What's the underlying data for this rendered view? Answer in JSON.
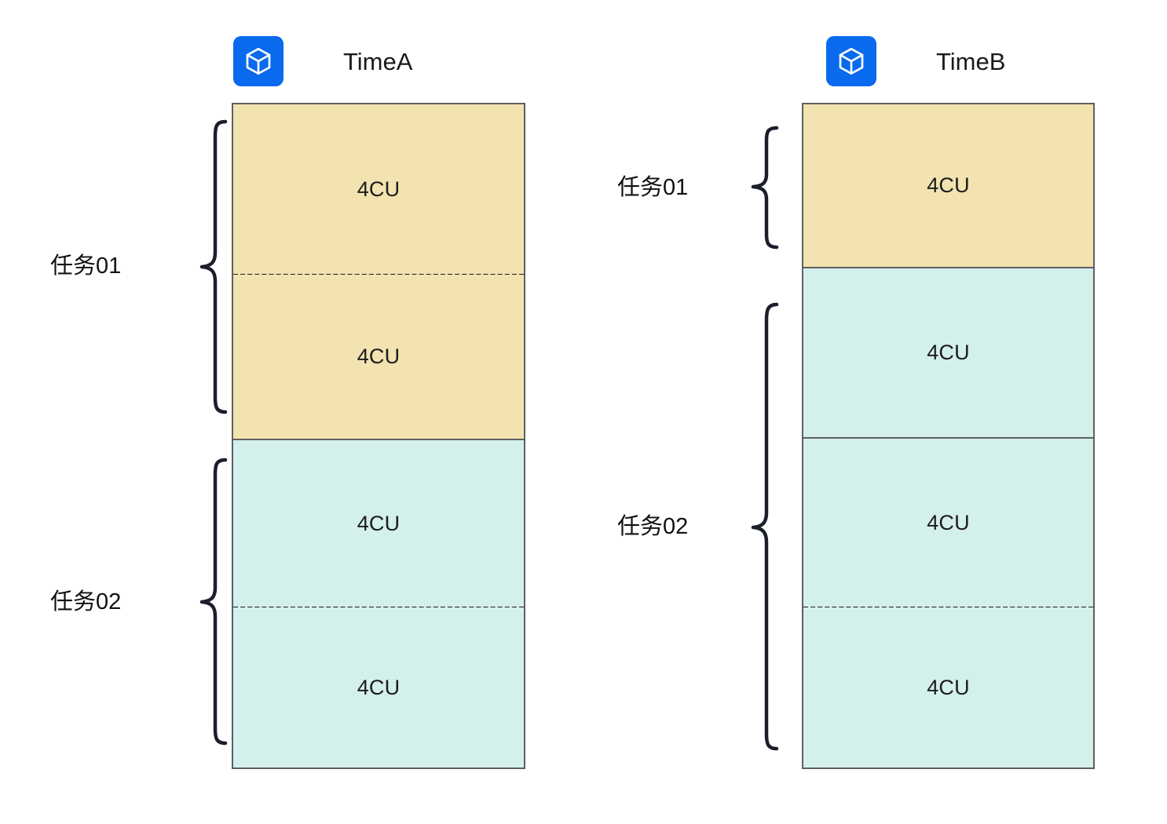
{
  "diagram": {
    "background": "#ffffff",
    "border_color": "#5f5f5f",
    "accent_color": "#0a6aee",
    "block_yellow": "#f2e3b0",
    "block_cyan": "#d4f0ec",
    "text_color": "#1c1c1c"
  },
  "columns": [
    {
      "id": "timeA",
      "icon": "cube-icon",
      "title": "TimeA",
      "segments": [
        {
          "label": "4CU",
          "color": "yellow",
          "divider_below": "dashed"
        },
        {
          "label": "4CU",
          "color": "yellow",
          "divider_below": "solid"
        },
        {
          "label": "4CU",
          "color": "cyan",
          "divider_below": "dashed"
        },
        {
          "label": "4CU",
          "color": "cyan",
          "divider_below": "none"
        }
      ],
      "braces": [
        {
          "label": "任务01",
          "spans": "segments 1-2"
        },
        {
          "label": "任务02",
          "spans": "segments 3-4"
        }
      ]
    },
    {
      "id": "timeB",
      "icon": "cube-icon",
      "title": "TimeB",
      "segments": [
        {
          "label": "4CU",
          "color": "yellow",
          "divider_below": "solid"
        },
        {
          "label": "4CU",
          "color": "cyan",
          "divider_below": "solid"
        },
        {
          "label": "4CU",
          "color": "cyan",
          "divider_below": "dashed"
        },
        {
          "label": "4CU",
          "color": "cyan",
          "divider_below": "none"
        }
      ],
      "braces": [
        {
          "label": "任务01",
          "spans": "segment 1"
        },
        {
          "label": "任务02",
          "spans": "segments 2-4"
        }
      ]
    }
  ],
  "labels": {
    "timeA_brace_top": "任务01",
    "timeA_brace_bottom": "任务02",
    "timeB_brace_top": "任务01",
    "timeB_brace_bottom": "任务02",
    "timeA_title": "TimeA",
    "timeB_title": "TimeB",
    "cu": "4CU"
  }
}
